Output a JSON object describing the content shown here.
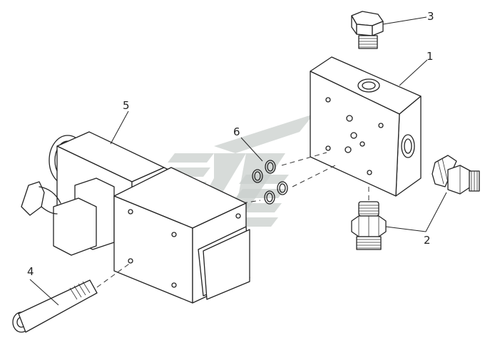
{
  "callouts": {
    "item1": "1",
    "item2": "2",
    "item3": "3",
    "item4": "4",
    "item5": "5",
    "item6": "6"
  },
  "colors": {
    "line": "#222222",
    "watermark": "#c9cfcc",
    "background": "#ffffff"
  }
}
